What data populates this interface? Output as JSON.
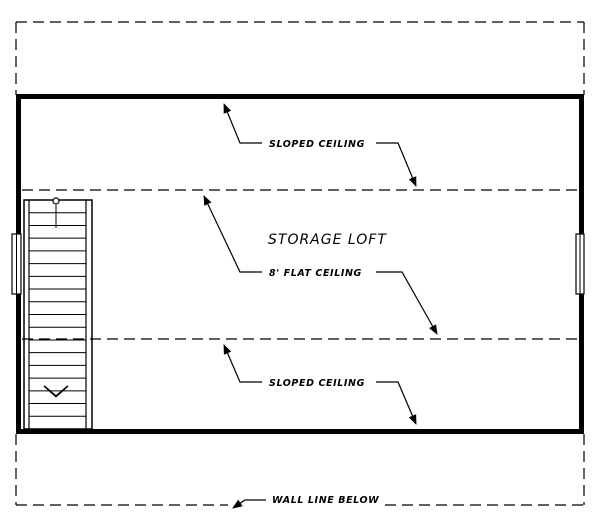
{
  "plan": {
    "room_label": "STORAGE LOFT",
    "ceiling_labels": {
      "upper": "SLOPED CEILING",
      "middle": "8' FLAT CEILING",
      "lower": "SLOPED CEILING"
    },
    "bottom_note": "WALL LINE BELOW",
    "stair_treads": 17
  }
}
